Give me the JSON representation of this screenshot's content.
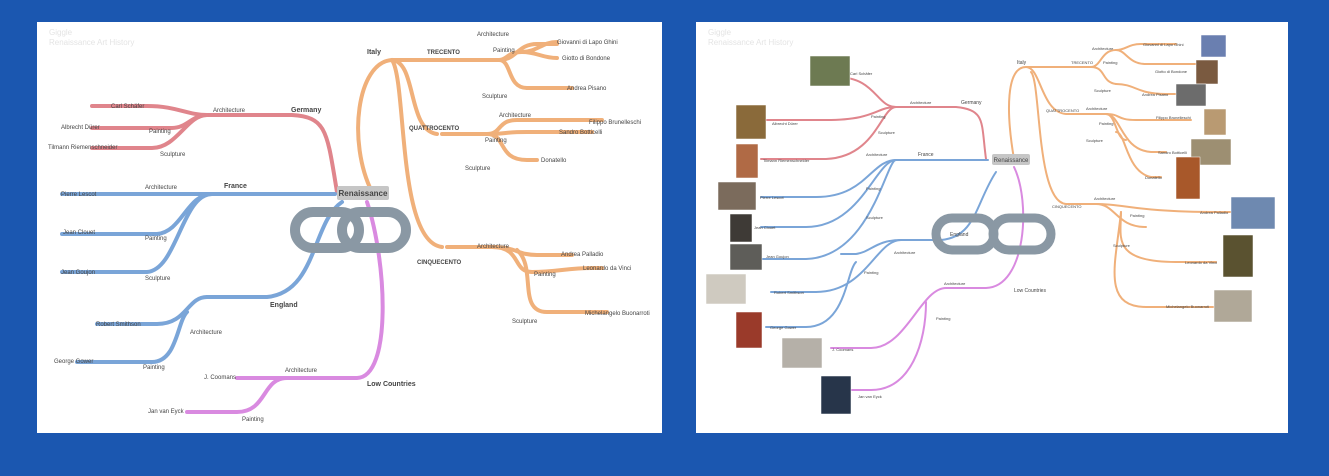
{
  "left_map": {
    "watermark": [
      "Giggle",
      "Renaissance Art History"
    ],
    "root": "Renaissance",
    "italy": {
      "label": "Italy",
      "trecento": "TRECENTO",
      "tre_arch": "Architecture",
      "tre_paint": "Painting",
      "tre_sculpt": "Sculpture",
      "giotto1": "Giovanni di Lapo Ghini",
      "giotto2": "Giotto di Bondone",
      "pisano": "Andrea Pisano",
      "quattrocento": "QUATTROCENTO",
      "qua_arch": "Architecture",
      "qua_paint": "Painting",
      "qua_sculpt": "Sculpture",
      "brunelleschi": "Filippo Brunelleschi",
      "botticelli": "Sandro Botticelli",
      "donatello": "Donatello",
      "cinquecento": "CINQUECENTO",
      "cin_arch": "Architecture",
      "cin_paint": "Painting",
      "cin_sculpt": "Sculpture",
      "palladio": "Andrea Palladio",
      "davinci": "Leonardo da Vinci",
      "michelangelo": "Michelangelo Buonarroti"
    },
    "germany": {
      "label": "Germany",
      "arch": "Architecture",
      "paint": "Painting",
      "sculpt": "Sculpture",
      "schafer": "Carl Schäfer",
      "durer": "Albrecht Dürer",
      "riemenschneider": "Tilmann Riemenschneider"
    },
    "france": {
      "label": "France",
      "arch": "Architecture",
      "paint": "Painting",
      "sculpt": "Sculpture",
      "lescot": "Pierre Lescot",
      "clouet": "Jean Clouet",
      "goujon": "Jean Goujon"
    },
    "england": {
      "label": "England",
      "arch": "Architecture",
      "paint": "Painting",
      "smithson": "Robert Smithson",
      "gower": "George Gower"
    },
    "low_countries": {
      "label": "Low Countries",
      "arch": "Architecture",
      "paint": "Painting",
      "coomans": "J. Coomans",
      "vaneyck": "Jan van Eyck"
    }
  },
  "right_map": {
    "watermark": [
      "Giggle",
      "Renaissance Art History"
    ],
    "root": "Renaissance",
    "italy": {
      "label": "Italy",
      "trecento": "TRECENTO",
      "tre_arch": "Architecture",
      "tre_paint": "Painting",
      "tre_sculpt": "Sculpture",
      "ghini": "Giovanni di Lapo Ghini",
      "giotto": "Giotto di Bondone",
      "pisano": "Andrea Pisano",
      "quattrocento": "QUATTROCENTO",
      "qua_arch": "Architecture",
      "qua_paint": "Painting",
      "qua_sculpt": "Sculpture",
      "brunelleschi": "Filippo Brunelleschi",
      "botticelli": "Sandro Botticelli",
      "donatello": "Donatello",
      "cinquecento": "CINQUECENTO",
      "cin_arch": "Architecture",
      "cin_paint": "Painting",
      "cin_sculpt": "Sculpture",
      "palladio": "Andrea Palladio",
      "davinci": "Leonardo da Vinci",
      "michelangelo": "Michelangelo Buonarroti"
    },
    "germany": {
      "label": "Germany",
      "arch": "Architecture",
      "paint": "Painting",
      "sculpt": "Sculpture",
      "schafer": "Carl Schäfer",
      "durer": "Albrecht Dürer",
      "riemenschneider": "Tilmann Riemenschneider"
    },
    "france": {
      "label": "France",
      "arch": "Architecture",
      "paint": "Painting",
      "sculpt": "Sculpture",
      "lescot": "Pierre Lescot",
      "clouet": "Jean Clouet",
      "goujon": "Jean Goujon"
    },
    "england": {
      "label": "England",
      "arch": "Architecture",
      "paint": "Painting",
      "smithson": "Robert Smithson",
      "gower": "George Gower"
    },
    "low_countries": {
      "label": "Low Countries",
      "arch": "Architecture",
      "paint": "Painting",
      "coomans": "J. Coomans",
      "vaneyck": "Jan van Eyck"
    }
  },
  "colors": {
    "background": "#1b57b0",
    "italy": "#f0b07a",
    "germany": "#e0858c",
    "france": "#7aa5d8",
    "england": "#7aa5d8",
    "low_countries": "#d98ae0",
    "root_box": "#c6c6c6",
    "link_icon": "#8a98a4"
  },
  "icons": [
    "link-icon",
    "link-icon"
  ]
}
